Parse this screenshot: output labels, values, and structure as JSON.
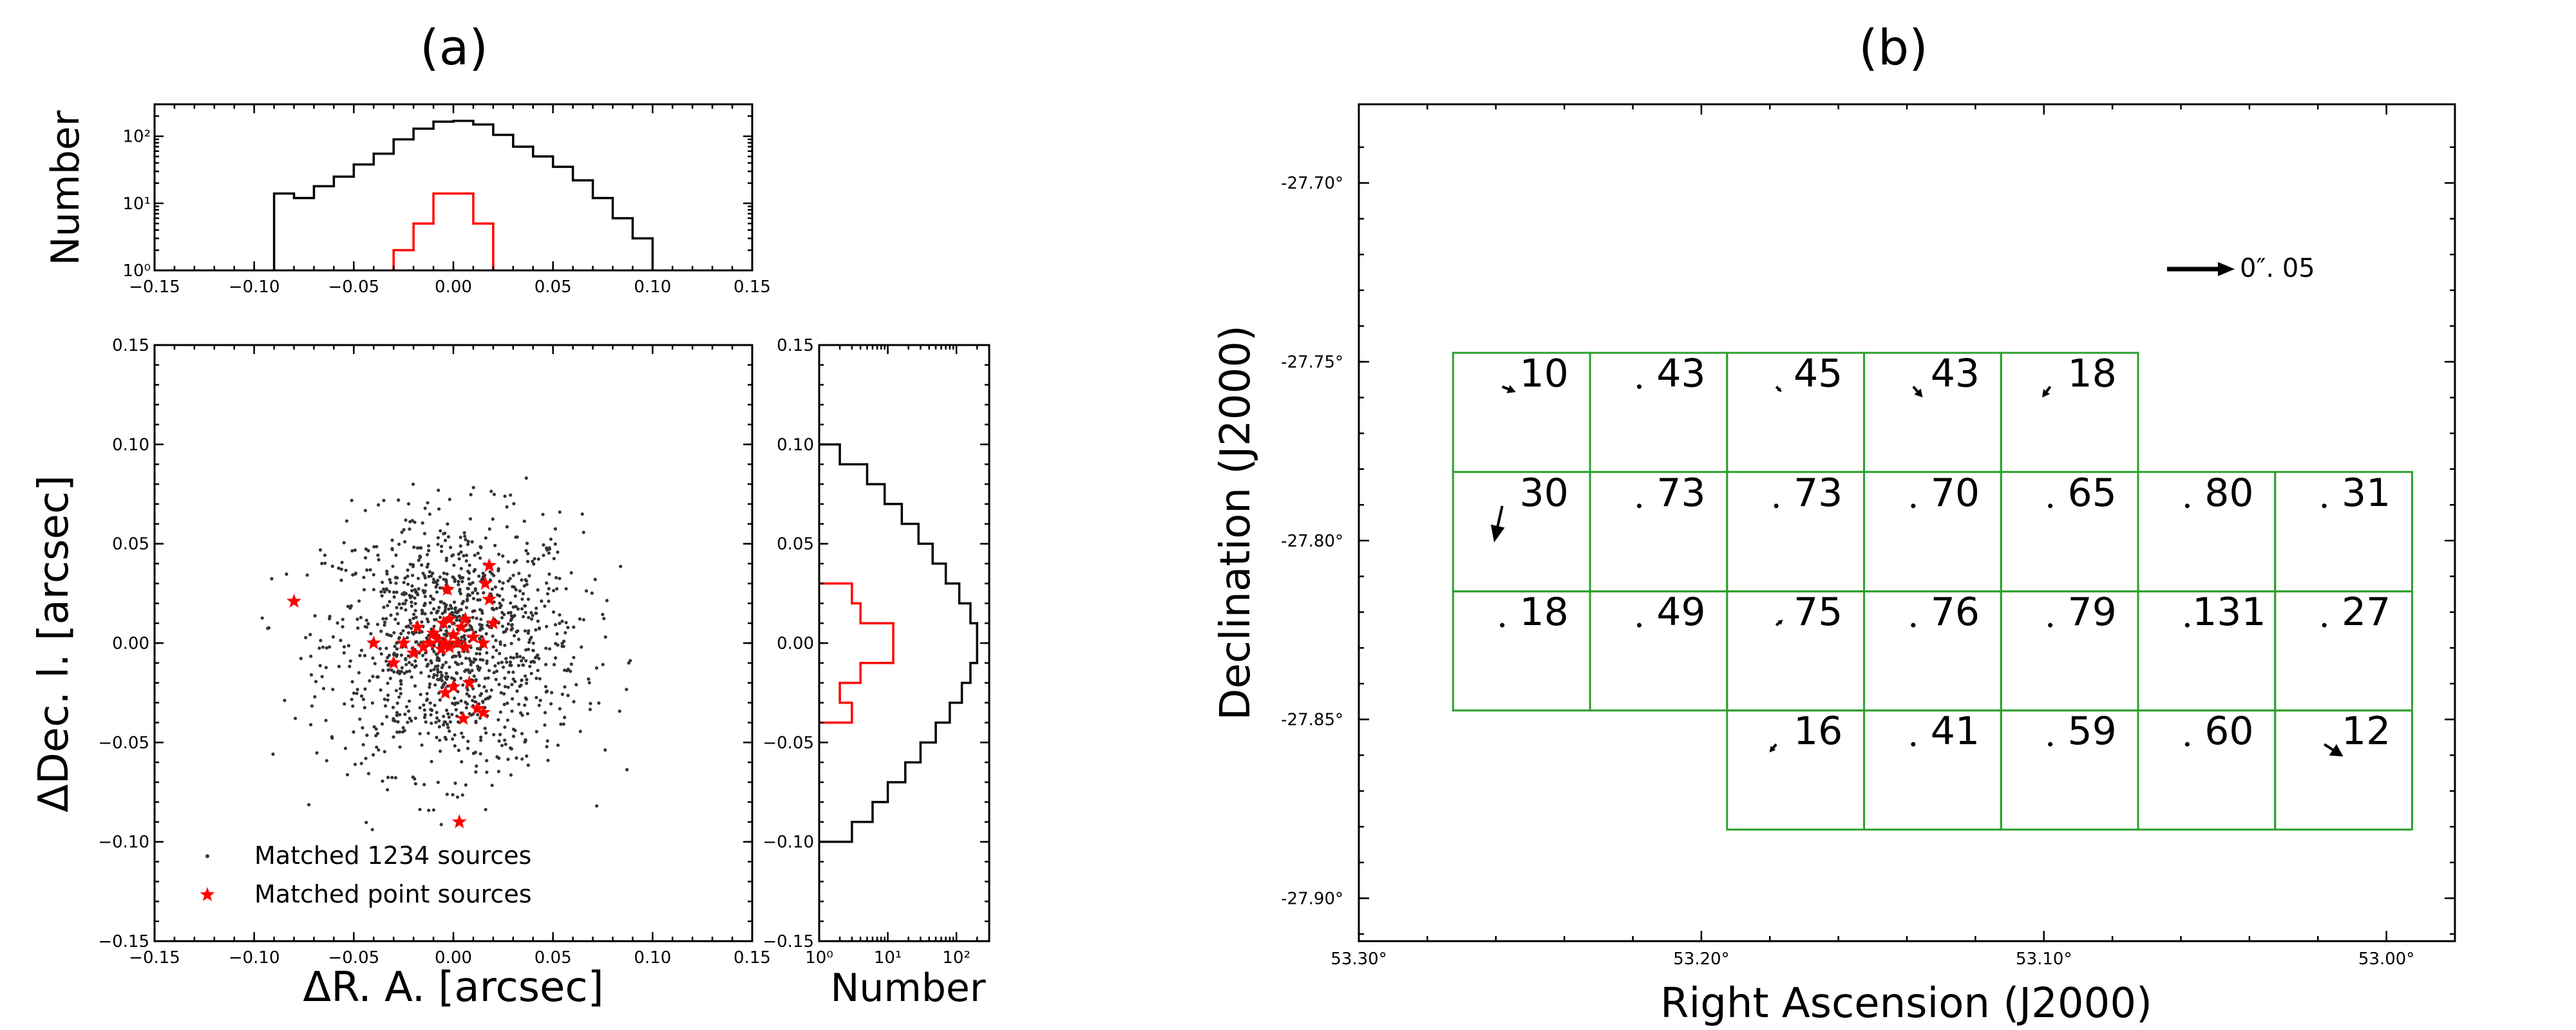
{
  "panel_labels": {
    "a": "(a)",
    "b": "(b)"
  },
  "colors": {
    "matched": "#333333",
    "point": "#ff0000",
    "hist_all": "#000000",
    "hist_point": "#ff0000",
    "grid": "#2ca02c",
    "arrow": "#000000"
  },
  "chart_data": [
    {
      "id": "top_histogram",
      "type": "histogram",
      "ylabel": "Number",
      "xlim": [
        -0.15,
        0.15
      ],
      "ylim": [
        1,
        300
      ],
      "yscale": "log",
      "xticks": [
        "−0.15",
        "−0.10",
        "−0.05",
        "0.00",
        "0.05",
        "0.10",
        "0.15"
      ],
      "yticks": [
        "10⁰",
        "10¹",
        "10²"
      ],
      "series": [
        {
          "color": "#000000",
          "edges": [
            -0.09,
            -0.08,
            -0.07,
            -0.06,
            -0.05,
            -0.04,
            -0.03,
            -0.02,
            -0.01,
            0.0,
            0.01,
            0.02,
            0.03,
            0.04,
            0.05,
            0.06,
            0.07,
            0.08,
            0.09,
            0.1
          ],
          "counts": [
            14,
            12,
            18,
            25,
            38,
            55,
            90,
            130,
            165,
            170,
            150,
            105,
            70,
            50,
            35,
            22,
            12,
            6,
            3
          ]
        },
        {
          "color": "#ff0000",
          "edges": [
            -0.03,
            -0.02,
            -0.01,
            0.0,
            0.01,
            0.02
          ],
          "counts": [
            2,
            5,
            14,
            14,
            5
          ]
        }
      ]
    },
    {
      "id": "scatter",
      "type": "scatter",
      "xlabel": "ΔR. A. [arcsec]",
      "ylabel": "ΔDec. l. [arcsec]",
      "xlim": [
        -0.15,
        0.15
      ],
      "ylim": [
        -0.15,
        0.15
      ],
      "xticks": [
        "−0.15",
        "−0.10",
        "−0.05",
        "0.00",
        "0.05",
        "0.10",
        "0.15"
      ],
      "yticks": [
        "−0.15",
        "−0.10",
        "−0.05",
        "0.00",
        "0.05",
        "0.10",
        "0.15"
      ],
      "legend": {
        "placement": "lower-left",
        "entries": [
          "Matched 1234 sources",
          "Matched point sources"
        ]
      },
      "matched_sources": {
        "count": 1234,
        "center": [
          0.0,
          0.0
        ],
        "sigma": [
          0.032,
          0.032
        ]
      },
      "point_sources": [
        [
          -0.08,
          0.021
        ],
        [
          -0.04,
          0.0
        ],
        [
          -0.03,
          -0.01
        ],
        [
          -0.025,
          0.0
        ],
        [
          -0.02,
          -0.005
        ],
        [
          -0.018,
          0.008
        ],
        [
          -0.015,
          -0.002
        ],
        [
          -0.012,
          0.0
        ],
        [
          -0.01,
          0.005
        ],
        [
          -0.008,
          0.002
        ],
        [
          -0.006,
          -0.003
        ],
        [
          -0.005,
          0.01
        ],
        [
          -0.004,
          0.0
        ],
        [
          -0.003,
          0.027
        ],
        [
          -0.002,
          -0.002
        ],
        [
          0.0,
          0.004
        ],
        [
          0.0,
          -0.022
        ],
        [
          0.002,
          0.0
        ],
        [
          0.004,
          0.008
        ],
        [
          0.006,
          -0.002
        ],
        [
          0.006,
          0.012
        ],
        [
          0.008,
          -0.02
        ],
        [
          0.01,
          0.003
        ],
        [
          0.012,
          -0.033
        ],
        [
          0.015,
          0.0
        ],
        [
          0.015,
          -0.035
        ],
        [
          0.016,
          0.03
        ],
        [
          0.018,
          0.022
        ],
        [
          0.02,
          0.01
        ],
        [
          0.005,
          -0.038
        ],
        [
          0.003,
          -0.09
        ],
        [
          -0.004,
          -0.025
        ],
        [
          0.018,
          0.039
        ],
        [
          -0.002,
          0.012
        ]
      ]
    },
    {
      "id": "right_histogram",
      "type": "histogram",
      "orientation": "horizontal",
      "xlabel": "Number",
      "xlim": [
        1,
        300
      ],
      "xscale": "log",
      "ylim": [
        -0.15,
        0.15
      ],
      "xticks": [
        "10⁰",
        "10¹",
        "10²"
      ],
      "yticks": [
        "−0.15",
        "−0.10",
        "−0.05",
        "0.00",
        "0.05",
        "0.10",
        "0.15"
      ],
      "series": [
        {
          "color": "#000000",
          "edges": [
            -0.1,
            -0.09,
            -0.08,
            -0.07,
            -0.06,
            -0.05,
            -0.04,
            -0.03,
            -0.02,
            -0.01,
            0.0,
            0.01,
            0.02,
            0.03,
            0.04,
            0.05,
            0.06,
            0.07,
            0.08,
            0.09,
            0.1
          ],
          "counts": [
            3,
            6,
            10,
            18,
            30,
            50,
            80,
            120,
            160,
            200,
            200,
            160,
            110,
            70,
            45,
            28,
            16,
            9,
            5,
            2
          ]
        },
        {
          "color": "#ff0000",
          "edges": [
            -0.04,
            -0.03,
            -0.02,
            -0.01,
            0.0,
            0.01,
            0.02,
            0.03
          ],
          "counts": [
            3,
            2,
            4,
            12,
            12,
            4,
            3
          ]
        }
      ]
    },
    {
      "id": "field_map",
      "type": "vector_map",
      "xlabel": "Right Ascension (J2000)",
      "ylabel": "Declination (J2000)",
      "xlim": [
        53.3,
        52.98
      ],
      "ylim": [
        -27.912,
        -27.678
      ],
      "xticks": [
        {
          "v": 53.3,
          "t": "53.30°"
        },
        {
          "v": 53.2,
          "t": "53.20°"
        },
        {
          "v": 53.1,
          "t": "53.10°"
        },
        {
          "v": 53.0,
          "t": "53.00°"
        }
      ],
      "yticks": [
        {
          "v": -27.7,
          "t": "-27.70°"
        },
        {
          "v": -27.75,
          "t": "-27.75°"
        },
        {
          "v": -27.8,
          "t": "-27.80°"
        },
        {
          "v": -27.85,
          "t": "-27.85°"
        },
        {
          "v": -27.9,
          "t": "-27.90°"
        }
      ],
      "scale_label": "0″. 05",
      "scale_arsec": 0.05,
      "tiles": [
        {
          "ra0": 53.2725,
          "ra1": 53.2325,
          "dec0": -27.7475,
          "dec1": -27.7808,
          "count": "10",
          "dx": 0.01,
          "dy": 0.004
        },
        {
          "ra0": 53.2325,
          "ra1": 53.1925,
          "dec0": -27.7475,
          "dec1": -27.7808,
          "count": "43",
          "dx": 0.0,
          "dy": 0.0
        },
        {
          "ra0": 53.1925,
          "ra1": 53.1525,
          "dec0": -27.7475,
          "dec1": -27.7808,
          "count": "45",
          "dx": 0.004,
          "dy": 0.004
        },
        {
          "ra0": 53.1525,
          "ra1": 53.1125,
          "dec0": -27.7475,
          "dec1": -27.7808,
          "count": "43",
          "dx": 0.007,
          "dy": 0.008
        },
        {
          "ra0": 53.1125,
          "ra1": 53.0725,
          "dec0": -27.7475,
          "dec1": -27.7808,
          "count": "18",
          "dx": -0.006,
          "dy": 0.008
        },
        {
          "ra0": 53.2725,
          "ra1": 53.2325,
          "dec0": -27.7808,
          "dec1": -27.8142,
          "count": "30",
          "dx": -0.006,
          "dy": 0.027
        },
        {
          "ra0": 53.2325,
          "ra1": 53.1925,
          "dec0": -27.7808,
          "dec1": -27.8142,
          "count": "73",
          "dx": 0.0,
          "dy": 0.0
        },
        {
          "ra0": 53.1925,
          "ra1": 53.1525,
          "dec0": -27.7808,
          "dec1": -27.8142,
          "count": "73",
          "dx": 0.002,
          "dy": 0.0
        },
        {
          "ra0": 53.1525,
          "ra1": 53.1125,
          "dec0": -27.7808,
          "dec1": -27.8142,
          "count": "70",
          "dx": 0.002,
          "dy": 0.0
        },
        {
          "ra0": 53.1125,
          "ra1": 53.0725,
          "dec0": -27.7808,
          "dec1": -27.8142,
          "count": "65",
          "dx": -0.002,
          "dy": 0.0
        },
        {
          "ra0": 53.0725,
          "ra1": 53.0325,
          "dec0": -27.7808,
          "dec1": -27.8142,
          "count": "80",
          "dx": 0.0,
          "dy": 0.001
        },
        {
          "ra0": 53.0325,
          "ra1": 52.9925,
          "dec0": -27.7808,
          "dec1": -27.8142,
          "count": "31",
          "dx": 0.0,
          "dy": 0.0
        },
        {
          "ra0": 53.2725,
          "ra1": 53.2325,
          "dec0": -27.8142,
          "dec1": -27.8475,
          "count": "18",
          "dx": 0.0,
          "dy": 0.0
        },
        {
          "ra0": 53.2325,
          "ra1": 53.1925,
          "dec0": -27.8142,
          "dec1": -27.8475,
          "count": "49",
          "dx": 0.0,
          "dy": 0.001
        },
        {
          "ra0": 53.1925,
          "ra1": 53.1525,
          "dec0": -27.8142,
          "dec1": -27.8475,
          "count": "75",
          "dx": 0.005,
          "dy": -0.004
        },
        {
          "ra0": 53.1525,
          "ra1": 53.1125,
          "dec0": -27.8142,
          "dec1": -27.8475,
          "count": "76",
          "dx": 0.0,
          "dy": 0.001
        },
        {
          "ra0": 53.1125,
          "ra1": 53.0725,
          "dec0": -27.8142,
          "dec1": -27.8475,
          "count": "79",
          "dx": 0.0,
          "dy": 0.002
        },
        {
          "ra0": 53.0725,
          "ra1": 53.0325,
          "dec0": -27.8142,
          "dec1": -27.8475,
          "count": "131",
          "dx": 0.0,
          "dy": 0.0
        },
        {
          "ra0": 53.0325,
          "ra1": 52.9925,
          "dec0": -27.8142,
          "dec1": -27.8475,
          "count": "27",
          "dx": 0.0,
          "dy": 0.0
        },
        {
          "ra0": 53.1925,
          "ra1": 53.1525,
          "dec0": -27.8475,
          "dec1": -27.8808,
          "count": "16",
          "dx": -0.005,
          "dy": 0.006
        },
        {
          "ra0": 53.1525,
          "ra1": 53.1125,
          "dec0": -27.8475,
          "dec1": -27.8808,
          "count": "41",
          "dx": 0.0,
          "dy": 0.001
        },
        {
          "ra0": 53.1125,
          "ra1": 53.0725,
          "dec0": -27.8475,
          "dec1": -27.8808,
          "count": "59",
          "dx": 0.002,
          "dy": 0.001
        },
        {
          "ra0": 53.0725,
          "ra1": 53.0325,
          "dec0": -27.8475,
          "dec1": -27.8808,
          "count": "60",
          "dx": 0.0,
          "dy": 0.001
        },
        {
          "ra0": 53.0325,
          "ra1": 52.9925,
          "dec0": -27.8475,
          "dec1": -27.8808,
          "count": "12",
          "dx": 0.014,
          "dy": 0.009
        }
      ]
    }
  ]
}
